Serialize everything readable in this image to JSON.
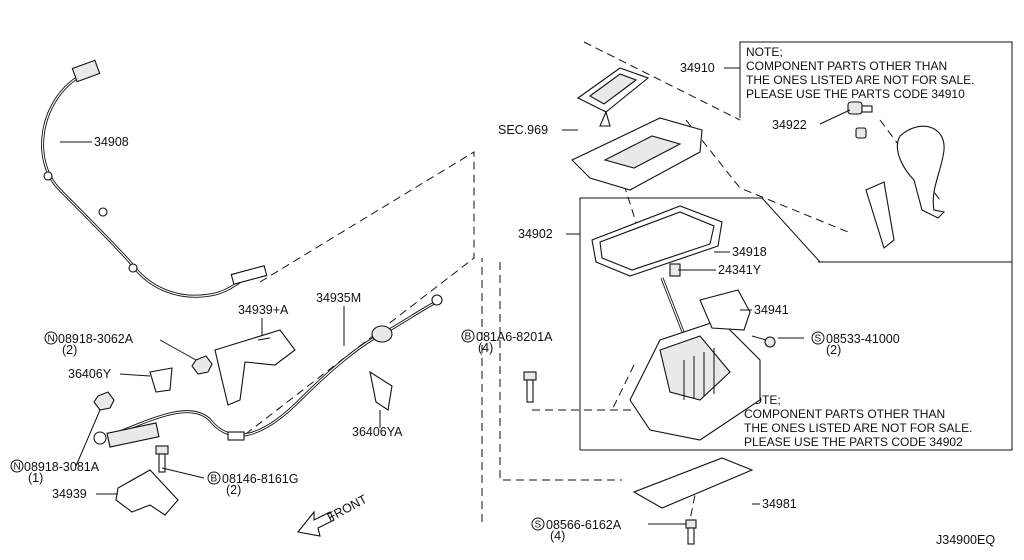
{
  "labels": {
    "p34908": "34908",
    "p34910": "34910",
    "sec969": "SEC.969",
    "p34922": "34922",
    "p34902": "34902",
    "p34918": "34918",
    "p24341y": "24341Y",
    "p34941": "34941",
    "p34939a": "34939+A",
    "p34935m": "34935M",
    "n08918_3062a": "08918-3062A",
    "n08918_3062a_qty": "(2)",
    "b081a6_8201a": "081A6-8201A",
    "b081a6_8201a_qty": "(4)",
    "s08533_41000": "08533-41000",
    "s08533_41000_qty": "(2)",
    "p36406y": "36406Y",
    "p36406ya": "36406YA",
    "n08918_3081a": "08918-3081A",
    "n08918_3081a_qty": "(1)",
    "b08146_8161g": "08146-8161G",
    "b08146_8161g_qty": "(2)",
    "p34939": "34939",
    "p34981": "34981",
    "s08566_6162a": "08566-6162A",
    "s08566_6162a_qty": "(4)",
    "front": "FRONT",
    "diagram_code": "J34900EQ"
  },
  "markers": {
    "n": "N",
    "b": "B",
    "s": "S"
  },
  "note_top": {
    "line1": "NOTE;",
    "line2": "COMPONENT PARTS OTHER THAN",
    "line3": "THE ONES LISTED ARE NOT FOR SALE.",
    "line4": "PLEASE USE THE PARTS CODE 34910"
  },
  "note_bottom": {
    "line1": "NOTE;",
    "line2": "COMPONENT PARTS OTHER THAN",
    "line3": "THE ONES LISTED ARE NOT FOR SALE.",
    "line4": "PLEASE USE THE PARTS CODE 34902"
  }
}
